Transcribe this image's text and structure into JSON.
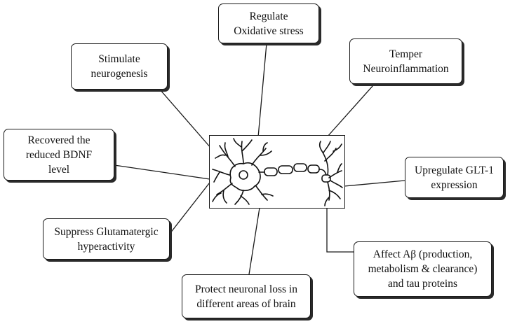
{
  "center": {
    "image": "neuron-illustration"
  },
  "boxes": {
    "oxidative": "Regulate\nOxidative stress",
    "neurogenesis": "Stimulate\nneurogenesis",
    "neuroinflammation": "Temper\nNeuroinflammation",
    "bdnf": "Recovered the\nreduced BDNF\nlevel",
    "glt1": "Upregulate GLT-1\nexpression",
    "glutamatergic": "Suppress Glutamatergic\nhyperactivity",
    "abeta": "Affect Aβ (production,\nmetabolism & clearance)\nand tau proteins",
    "neuronal_loss": "Protect neuronal loss in\ndifferent areas of brain"
  },
  "colors": {
    "stroke": "#1a1a1a",
    "shadow": "#2a2a2a"
  }
}
